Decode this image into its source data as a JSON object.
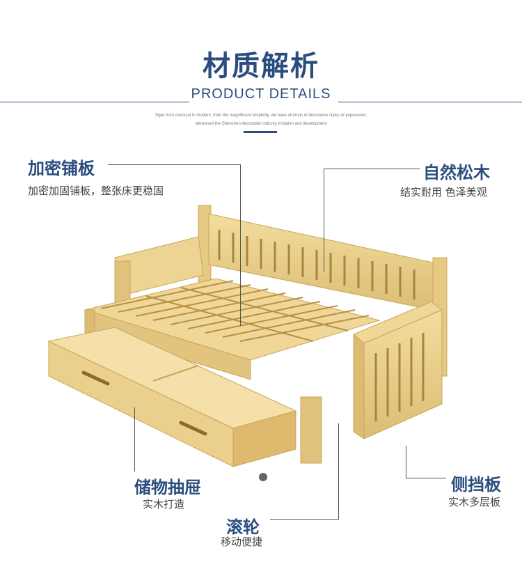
{
  "header": {
    "title_cn": "材质解析",
    "title_en": "PRODUCT DETAILS",
    "desc_line1": "Style from classical to modern, from the magnificent simplicity, we have all kinds of decorative styles of expression,",
    "desc_line2": "witnessed the Shenzhen decoration industry initiation and development"
  },
  "features": {
    "board": {
      "title": "加密铺板",
      "sub": "加密加固铺板，整张床更稳固"
    },
    "wood": {
      "title": "自然松木",
      "sub": "结实耐用 色泽美观"
    },
    "drawer": {
      "title": "储物抽屉",
      "sub": "实木打造"
    },
    "side": {
      "title": "侧挡板",
      "sub": "实木多层板"
    },
    "wheel": {
      "title": "滚轮",
      "sub": "移动便捷"
    }
  },
  "colors": {
    "accent": "#2b4d7e",
    "wood": "#e9cf8c",
    "wood_dark": "#c9a45a"
  },
  "icons": {
    "product": "sofa-bed-illustration"
  }
}
